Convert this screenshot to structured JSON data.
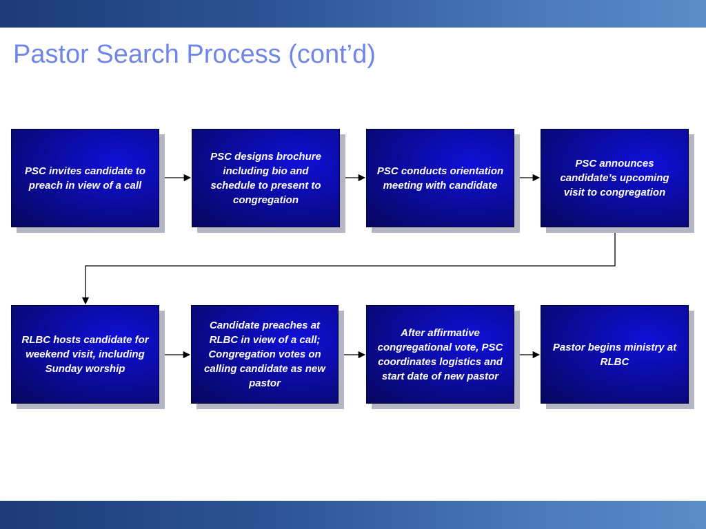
{
  "slide": {
    "title": "Pastor Search Process (cont’d)"
  },
  "colors": {
    "title": "#6f86e8",
    "box_fill": "#0b0ba0",
    "box_shadow": "#b4b6c4",
    "band": "#2e5596"
  },
  "steps": [
    {
      "text": "PSC invites candidate to preach in view of a call"
    },
    {
      "text": "PSC designs brochure including bio and schedule to present to congregation"
    },
    {
      "text": "PSC conducts orientation meeting with candidate"
    },
    {
      "text": "PSC announces candidate’s upcoming visit to congregation"
    },
    {
      "text": "RLBC hosts candidate for weekend visit, including Sunday worship"
    },
    {
      "text": "Candidate preaches at RLBC in view of a call; Congregation votes on calling candidate as new pastor"
    },
    {
      "text": "After affirmative congregational vote, PSC coordinates logistics and start date of new pastor"
    },
    {
      "text": "Pastor begins ministry at RLBC"
    }
  ]
}
